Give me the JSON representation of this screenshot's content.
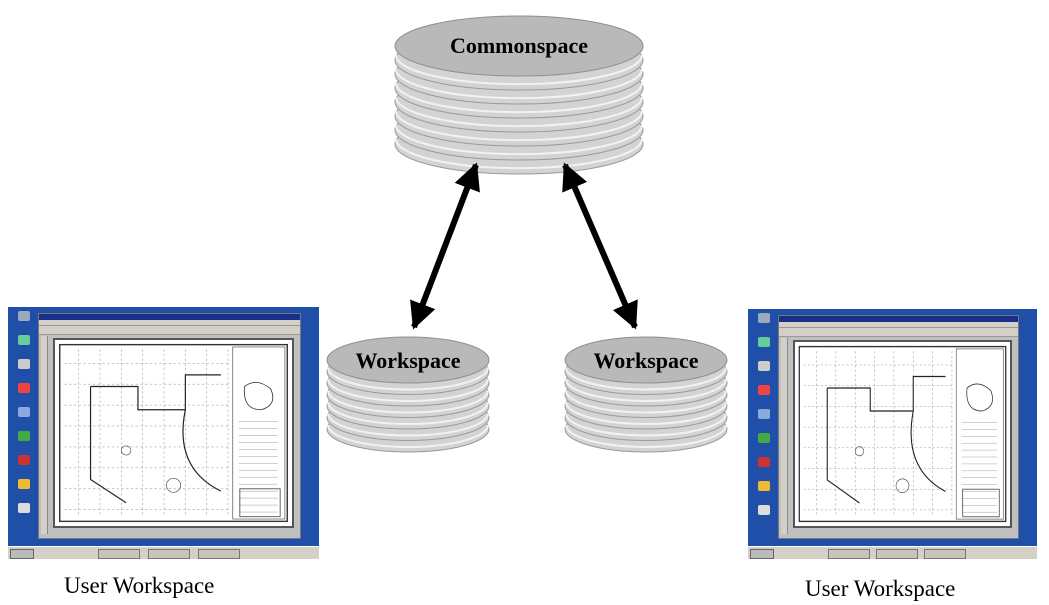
{
  "databases": {
    "commonspace": {
      "label": "Commonspace"
    },
    "workspace_left": {
      "label": "Workspace"
    },
    "workspace_right": {
      "label": "Workspace"
    }
  },
  "user_workspaces": {
    "left": {
      "caption": "User Workspace"
    },
    "right": {
      "caption": "User Workspace"
    }
  },
  "colors": {
    "disk_top": "#b9b9b9",
    "disk_side": "#d3d3d3",
    "disk_stripe": "#f2f2f2",
    "arrow": "#000000",
    "desktop": "#1f4fa8"
  }
}
